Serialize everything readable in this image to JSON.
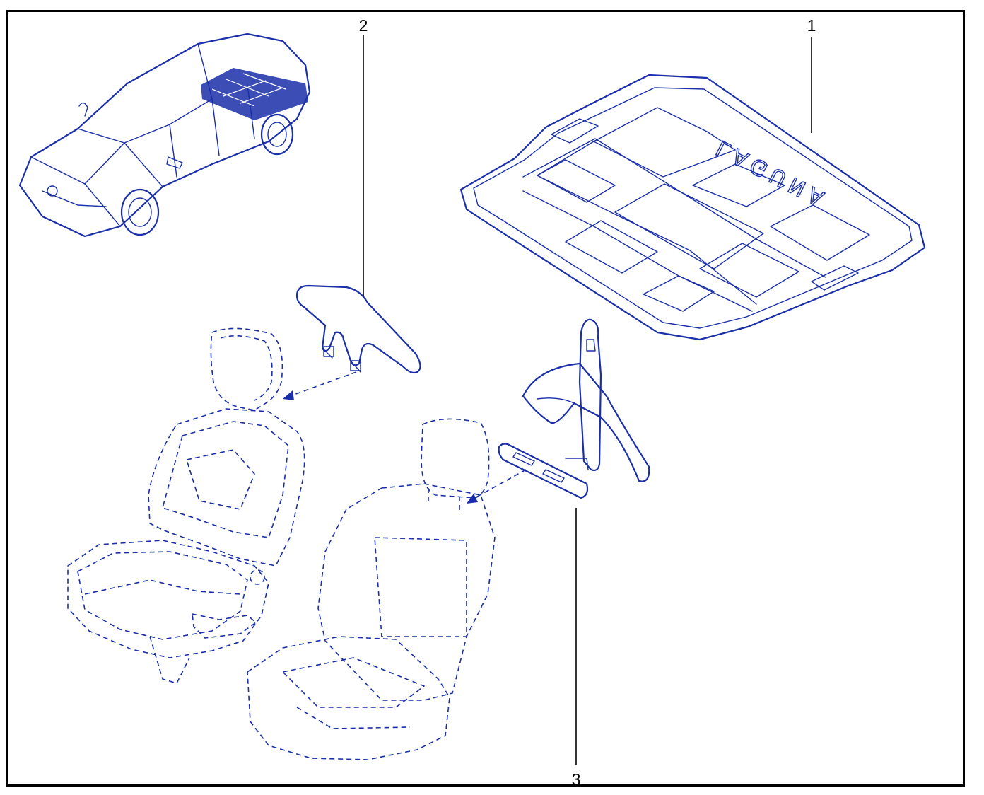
{
  "diagram": {
    "callouts": [
      {
        "id": "1",
        "label": "1"
      },
      {
        "id": "2",
        "label": "2"
      },
      {
        "id": "3",
        "label": "3"
      }
    ],
    "tray_lettering": "LAGUNA",
    "colors": {
      "line": "#1a2fa8",
      "frame": "#000000",
      "background": "#ffffff"
    }
  }
}
